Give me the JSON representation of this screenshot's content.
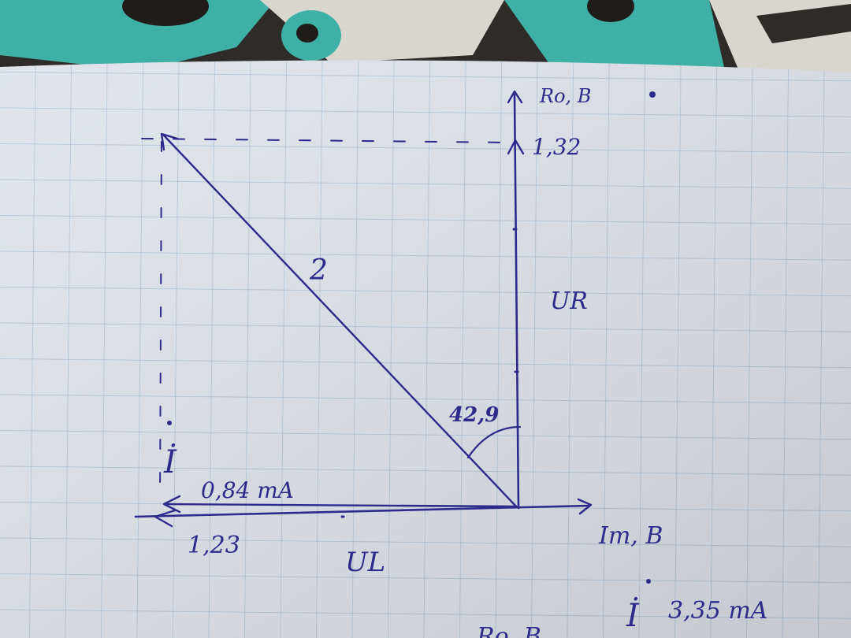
{
  "photo": {
    "subject": "handwritten-phasor-diagram-on-graph-paper",
    "colors": {
      "ink": "#2d2a8c",
      "paper": "#dfe3ea",
      "grid": "#a9bfd6",
      "fabric_teal": "#3fb0a6",
      "fabric_dark": "#2f2b28"
    }
  },
  "labels": {
    "vertical_axis": "Ro, B",
    "horizontal_axis": "Im, B",
    "top_value": "1,32",
    "hypotenuse_value": "2",
    "vertical_vector": "UR",
    "angle": "42,9",
    "current_symbol": "İ",
    "current_value": "0,84 mA",
    "left_value": "1,23",
    "horizontal_vector": "UL",
    "bottom_current_symbol": "İ",
    "bottom_current_value": "3,35 mA",
    "bottom_partial": "Ro, B"
  }
}
